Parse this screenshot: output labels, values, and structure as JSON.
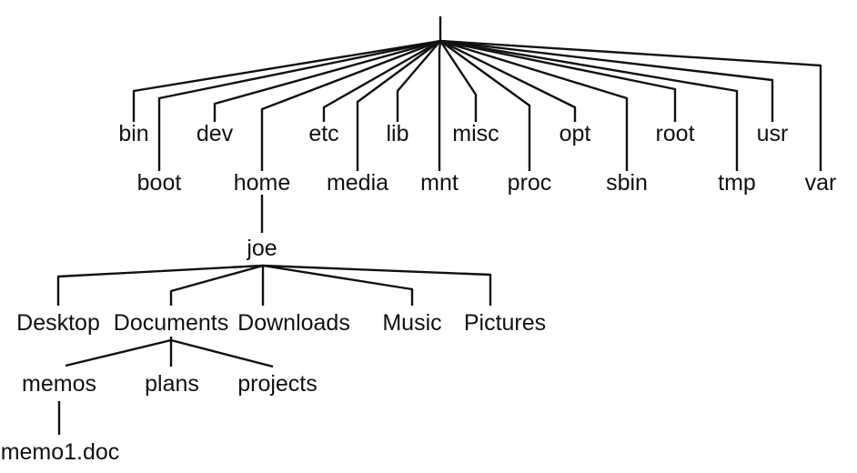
{
  "tree": {
    "root_children": [
      "bin",
      "boot",
      "dev",
      "home",
      "etc",
      "media",
      "lib",
      "mnt",
      "misc",
      "proc",
      "opt",
      "sbin",
      "root",
      "tmp",
      "usr",
      "var"
    ],
    "home_children": [
      "joe"
    ],
    "joe_children": [
      "Desktop",
      "Documents",
      "Downloads",
      "Music",
      "Pictures"
    ],
    "documents_children": [
      "memos",
      "plans",
      "projects"
    ],
    "memos_children": [
      "memo1.doc"
    ]
  }
}
